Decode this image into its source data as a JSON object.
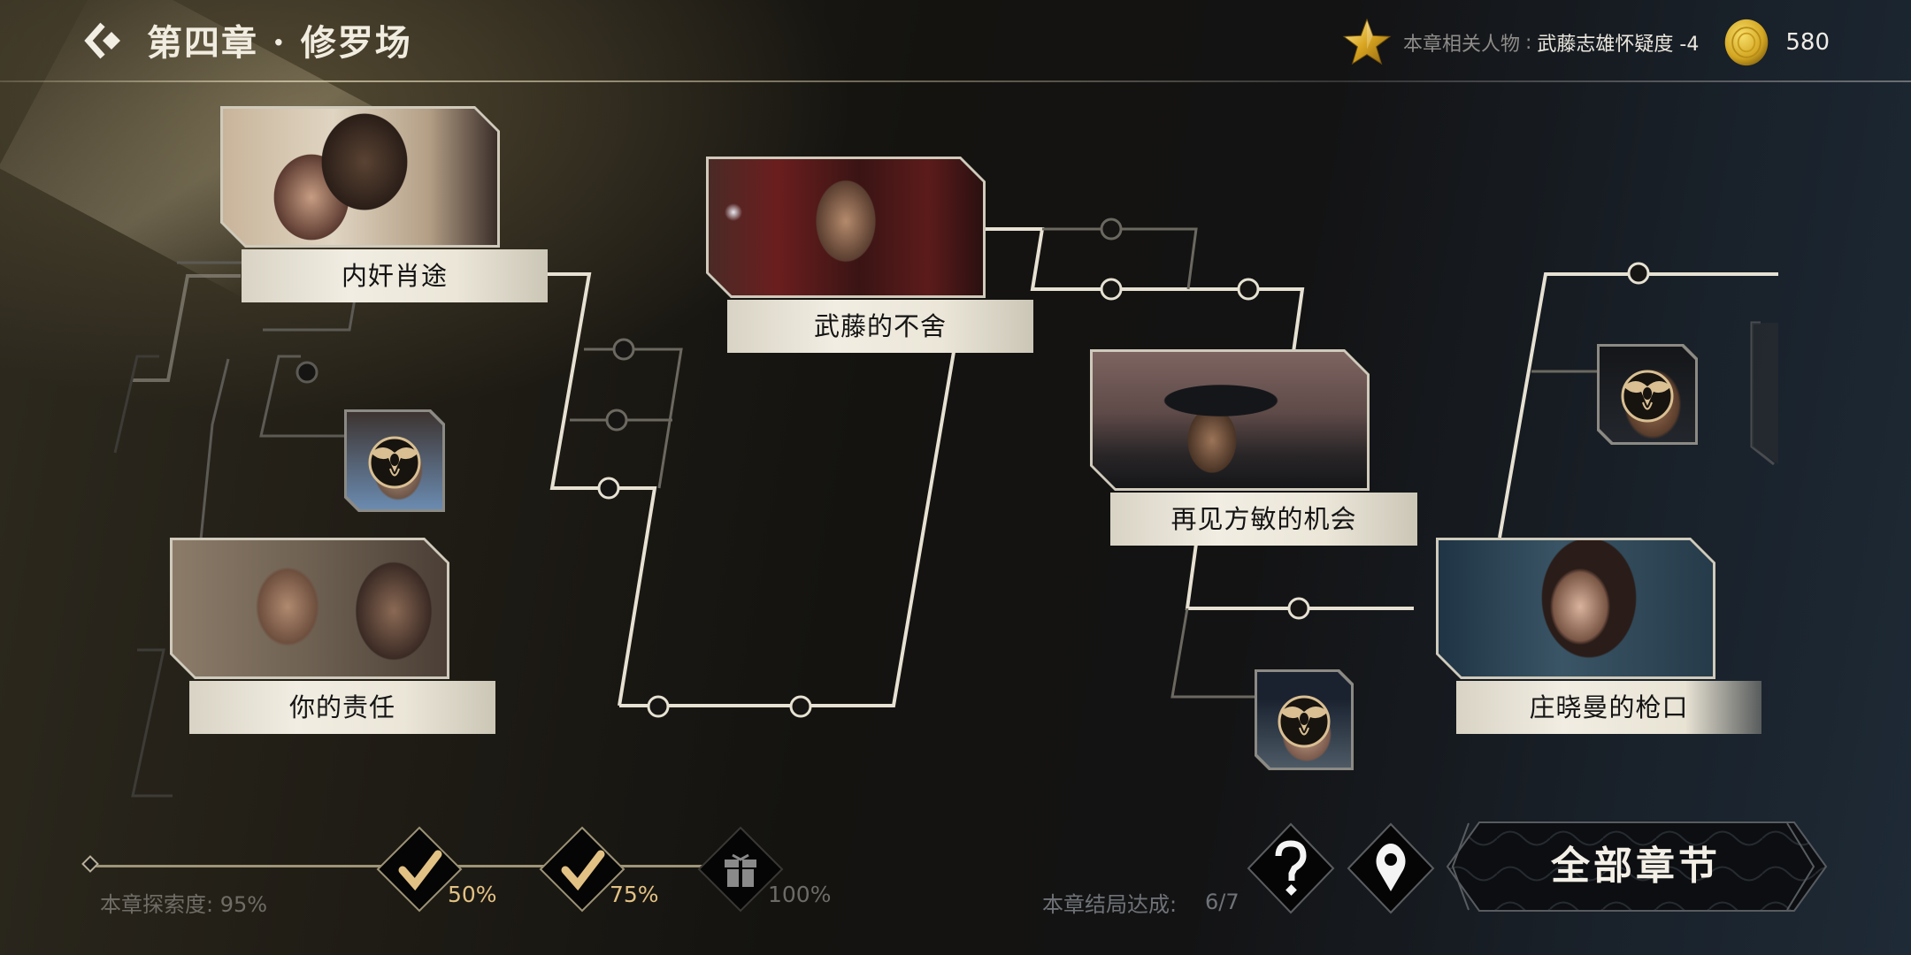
{
  "header": {
    "back_icon": "chevron-left-diamond-icon",
    "title": "第四章 · 修罗场",
    "related_label": "本章相关人物",
    "related_separator": ":",
    "related_value": "武藤志雄怀疑度 -4",
    "star_icon": "gold-star-icon",
    "coin_icon": "gold-coin-icon",
    "coins": "580"
  },
  "colors": {
    "line_active": "#e6e1d2",
    "line_inactive": "#6b6860",
    "label_bg": "#ece7da",
    "gold": "#e2c184",
    "node_fill": "#161513"
  },
  "story_nodes": [
    {
      "id": "neijian-xiaotu",
      "title": "内奸肖途",
      "state": "unlocked"
    },
    {
      "id": "ni-de-zeren",
      "title": "你的责任",
      "state": "unlocked"
    },
    {
      "id": "wuteng-de-bushe",
      "title": "武藤的不舍",
      "state": "unlocked"
    },
    {
      "id": "zaijian-fangmin",
      "title": "再见方敏的机会",
      "state": "unlocked"
    },
    {
      "id": "zhuangxiaoman-qiangkou",
      "title": "庄晓曼的枪口",
      "state": "unlocked"
    }
  ],
  "locked_avatars": [
    {
      "id": "masked-1",
      "icon": "spider-mask-emblem-icon",
      "state": "locked"
    },
    {
      "id": "masked-2",
      "icon": "spider-mask-emblem-icon",
      "state": "locked"
    },
    {
      "id": "masked-3",
      "icon": "spider-mask-emblem-icon",
      "state": "locked"
    }
  ],
  "footer": {
    "explore_label": "本章探索度:",
    "explore_value": "95%",
    "milestones": [
      {
        "percent": "50%",
        "state": "claimed",
        "icon": "checkmark-icon"
      },
      {
        "percent": "75%",
        "state": "claimed",
        "icon": "checkmark-icon"
      },
      {
        "percent": "100%",
        "state": "locked",
        "icon": "gift-icon"
      }
    ],
    "ending_label": "本章结局达成:",
    "ending_value": "6/7",
    "help_icon": "question-mark-icon",
    "locate_icon": "map-pin-icon",
    "all_chapters_label": "全部章节"
  }
}
